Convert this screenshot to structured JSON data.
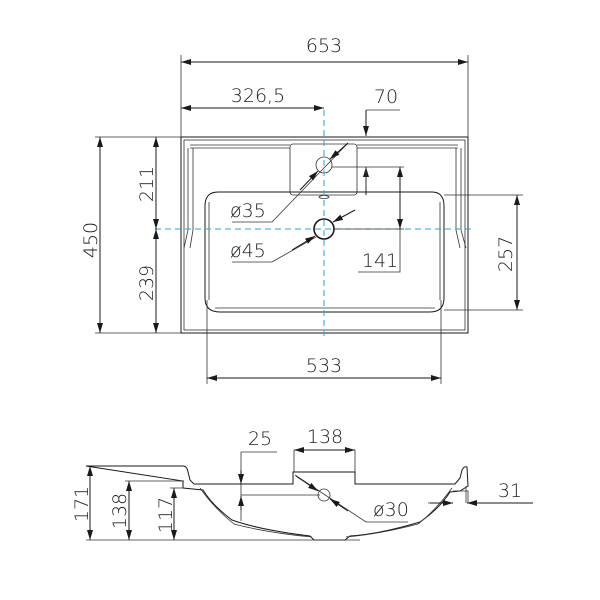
{
  "top_view": {
    "overall_width": "653",
    "half_width": "326,5",
    "tap_offset": "70",
    "overall_depth": "450",
    "back_to_drain": "211",
    "drain_to_front": "239",
    "tap_hole_diameter": "ø35",
    "drain_diameter": "ø45",
    "tap_to_drain": "141",
    "basin_depth": "257",
    "basin_width": "533"
  },
  "side_view": {
    "overflow_offset": "25",
    "tap_deck_width": "138",
    "overflow_diameter": "ø30",
    "rim_width": "31",
    "total_height": "171",
    "height_2": "138",
    "height_3": "117"
  },
  "colors": {
    "lines": "#1a1a1a",
    "centerline": "#2aa6d6"
  }
}
